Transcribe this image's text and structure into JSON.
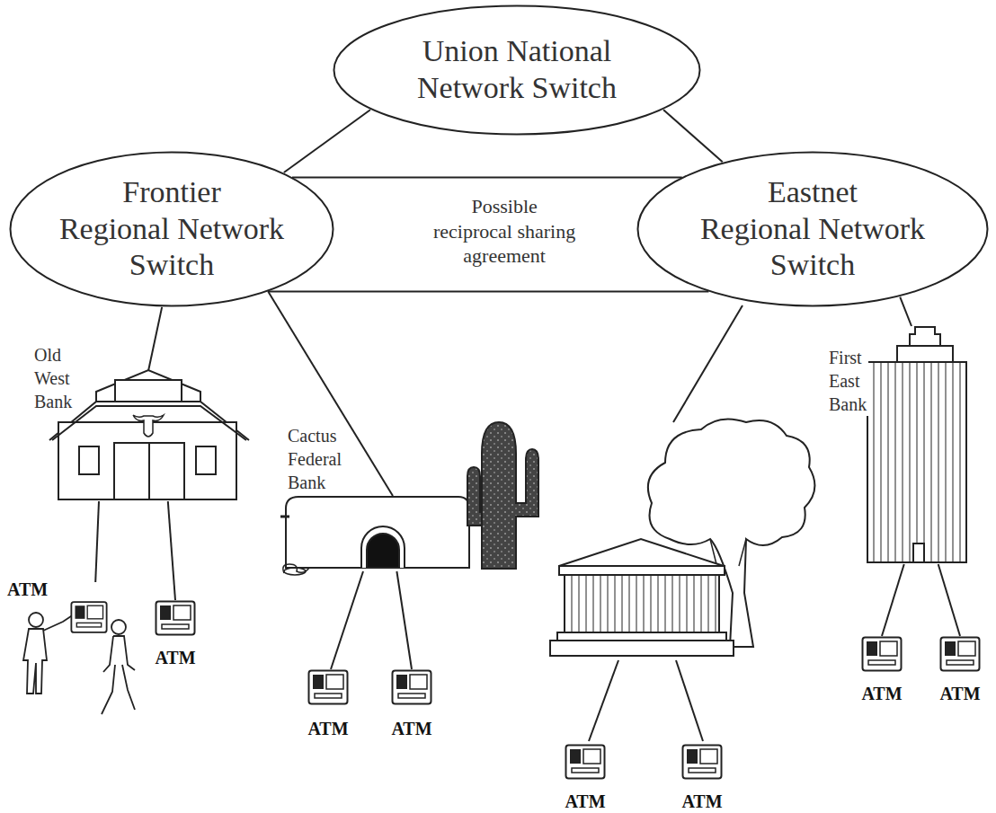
{
  "diagram": {
    "nodes": [
      {
        "text": [
          "Union National Network Switch"
        ]
      },
      {
        "text": [
          "Frontier Regional Network Switch"
        ]
      },
      {
        "text": [
          "Eastnet Regional Network Switch"
        ]
      },
      {
        "text": [
          "Old West Bank"
        ]
      },
      {
        "text": [
          "Cactus Federal Bank"
        ]
      },
      {
        "text": [
          "First East Bank"
        ]
      },
      {
        "text": [
          "ATM"
        ]
      },
      {
        "text": [
          "ATM"
        ]
      },
      {
        "text": [
          "ATM"
        ]
      },
      {
        "text": [
          "ATM"
        ]
      },
      {
        "text": [
          "ATM"
        ]
      },
      {
        "text": [
          "ATM"
        ]
      },
      {
        "text": [
          "ATM"
        ]
      },
      {
        "text": [
          "ATM"
        ]
      }
    ],
    "edges": [
      {
        "from": 0,
        "to": 1,
        "arrow": "none"
      },
      {
        "from": 0,
        "to": 2,
        "arrow": "none"
      },
      {
        "from": 1,
        "to": 2,
        "label": "Possible reciprocal sharing agreement",
        "arrow": "none"
      },
      {
        "from": 1,
        "to": 3,
        "arrow": "none"
      },
      {
        "from": 1,
        "to": 4,
        "arrow": "none"
      },
      {
        "from": 2,
        "to": 5,
        "arrow": "none"
      },
      {
        "from": 3,
        "to": 6,
        "arrow": "none"
      },
      {
        "from": 3,
        "to": 7,
        "arrow": "none"
      },
      {
        "from": 4,
        "to": 8,
        "arrow": "none"
      },
      {
        "from": 4,
        "to": 9,
        "arrow": "none"
      },
      {
        "from": 5,
        "to": 12,
        "arrow": "none"
      },
      {
        "from": 5,
        "to": 13,
        "arrow": "none"
      }
    ]
  }
}
